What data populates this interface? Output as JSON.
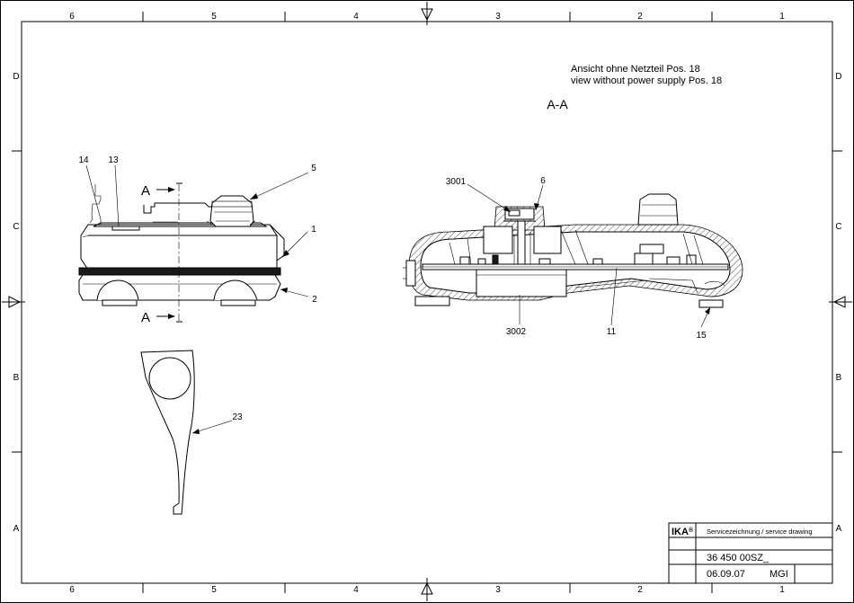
{
  "zones": {
    "columns": [
      "6",
      "5",
      "4",
      "3",
      "2",
      "1"
    ],
    "rows": [
      "D",
      "C",
      "B",
      "A"
    ]
  },
  "notes": {
    "line1": "Ansicht ohne Netzteil Pos. 18",
    "line2": "view without power supply Pos. 18"
  },
  "section": {
    "title": "A-A",
    "marker": "A"
  },
  "callouts": {
    "c14": "14",
    "c13": "13",
    "c5": "5",
    "c1": "1",
    "c2": "2",
    "c23": "23",
    "c3001": "3001",
    "c6": "6",
    "c3002": "3002",
    "c11": "11",
    "c15": "15"
  },
  "title_block": {
    "logo": "IKA",
    "logo_mark": "®",
    "drawing_type": "Servicezeichnung / service drawing",
    "drawing_number": "36 450 00SZ_",
    "date": "06.09.07",
    "author": "MGI"
  }
}
